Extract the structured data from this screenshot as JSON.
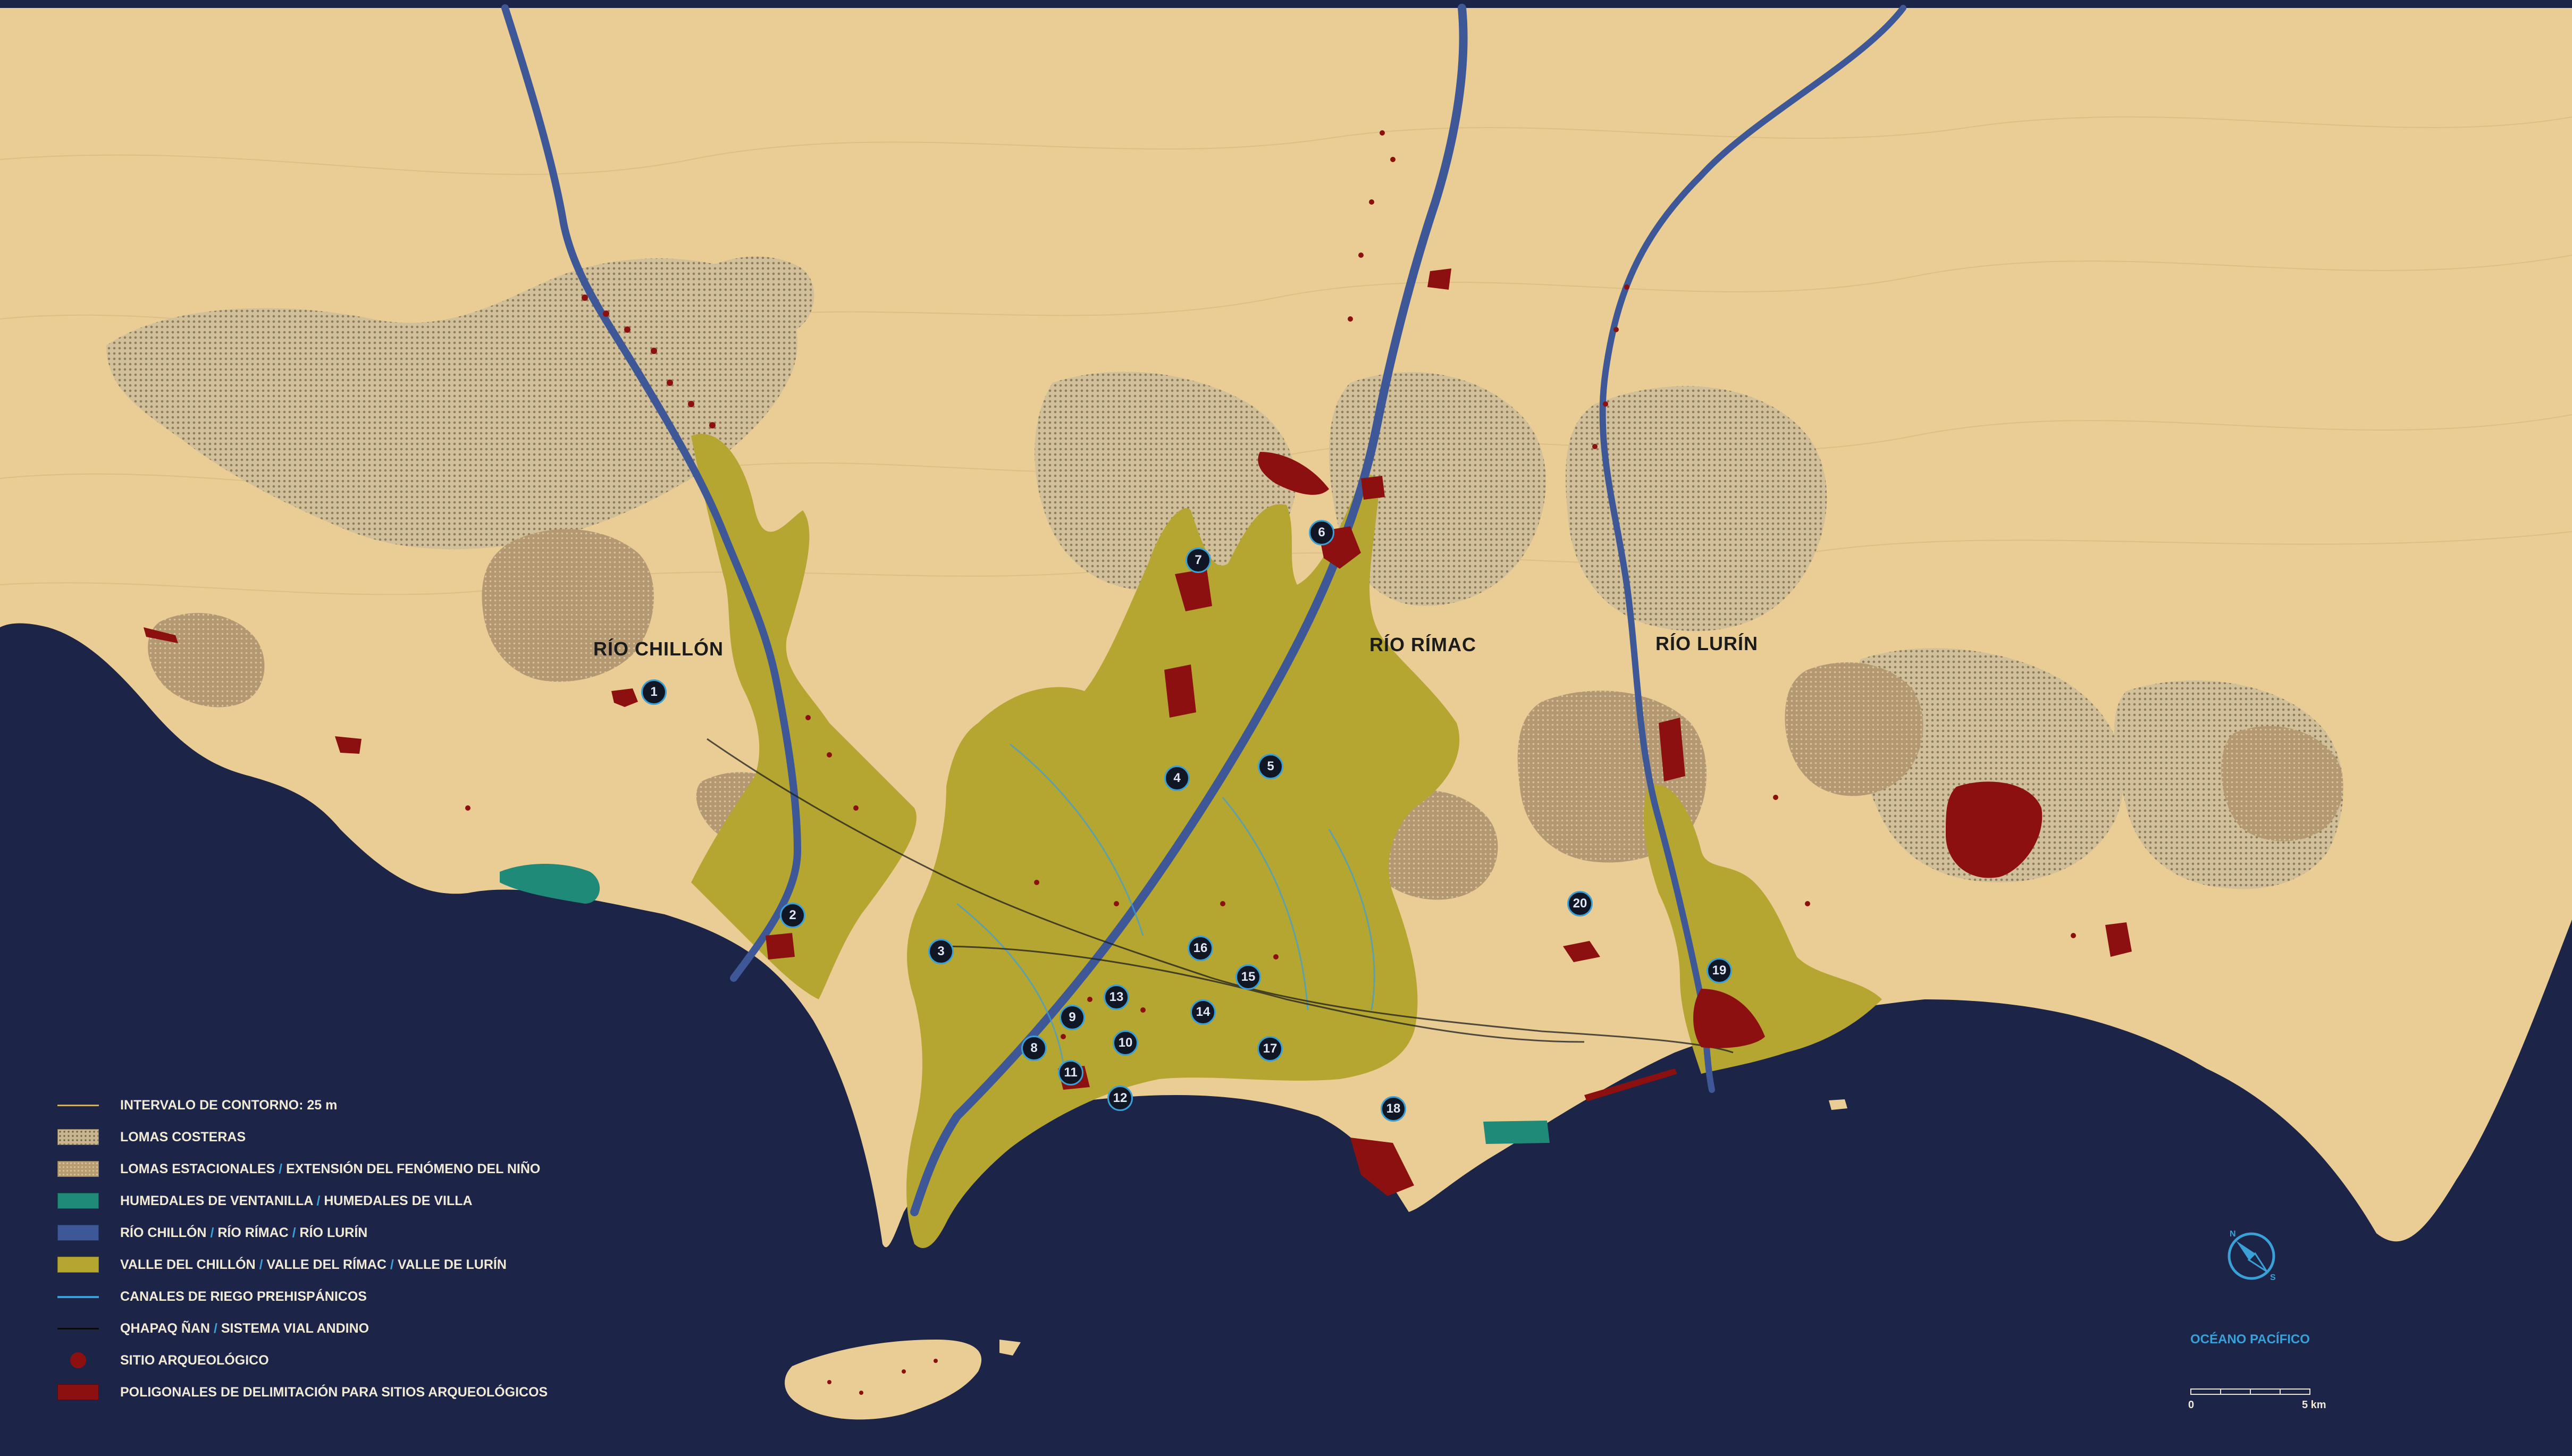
{
  "rivers": {
    "chillon": "RÍO CHILLÓN",
    "rimac": "RÍO RÍMAC",
    "lurin": "RÍO LURÍN"
  },
  "sites": [
    "1",
    "2",
    "3",
    "4",
    "5",
    "6",
    "7",
    "8",
    "9",
    "10",
    "11",
    "12",
    "13",
    "14",
    "15",
    "16",
    "17",
    "18",
    "19",
    "20"
  ],
  "legend": {
    "contour": "INTERVALO DE CONTORNO: 25 m",
    "lomas": "LOMAS COSTERAS",
    "lomas_est_a": "LOMAS ESTACIONALES",
    "lomas_est_b": "EXTENSIÓN DEL FENÓMENO DEL NIÑO",
    "humedal_a": "HUMEDALES DE VENTANILLA",
    "humedal_b": "HUMEDALES DE VILLA",
    "rio_a": "RÍO CHILLÓN",
    "rio_b": "RÍO RÍMAC",
    "rio_c": "RÍO LURÍN",
    "valle_a": "VALLE DEL CHILLÓN",
    "valle_b": "VALLE DEL RÍMAC",
    "valle_c": "VALLE DE LURÍN",
    "canales": "CANALES DE RIEGO PREHISPÁNICOS",
    "qhapaq_a": "QHAPAQ ÑAN",
    "qhapaq_b": "SISTEMA VIAL ANDINO",
    "sitio": "SITIO ARQUEOLÓGICO",
    "poligono": "POLIGONALES DE DELIMITACIÓN PARA SITIOS ARQUEOLÓGICOS",
    "separator": "/"
  },
  "ocean": "OCÉANO PACÍFICO",
  "scale": {
    "start": "0",
    "end": "5 km"
  },
  "colors": {
    "land": "#e9cd94",
    "ocean": "#1c2448",
    "valley": "#b5a531",
    "river": "#3d5797",
    "wetland": "#1f8a77",
    "site": "#8c1010",
    "accent": "#3aa0d8"
  }
}
